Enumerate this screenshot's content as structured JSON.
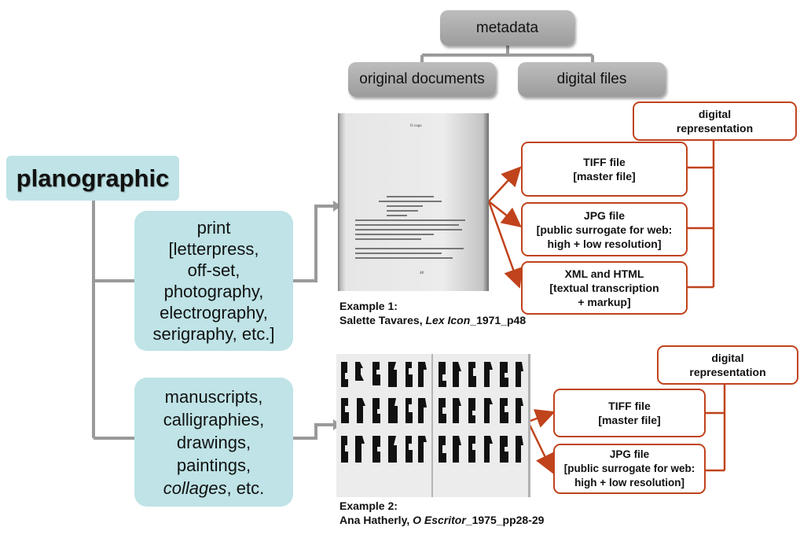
{
  "metadata": {
    "root": "metadata",
    "children": [
      "original documents",
      "digital files"
    ]
  },
  "planographic": {
    "title": "planographic",
    "print_lines": [
      "print",
      "[letterpress,",
      "off-set,",
      "photography,",
      "electrography,",
      "serigraphy, etc.]"
    ],
    "manuscripts_lines": [
      "manuscripts,",
      "calligraphies,",
      "drawings,",
      "paintings,",
      "collages",
      ", etc."
    ]
  },
  "example1": {
    "label": "Example 1:",
    "author": "Salette Tavares, ",
    "title": "Lex Icon",
    "suffix": "_1971_p48",
    "digital_representation": [
      "digital",
      "representation"
    ],
    "files": [
      [
        "TIFF file",
        "[master file]"
      ],
      [
        "JPG file",
        "[public surrogate for web:",
        "high + low resolution]"
      ],
      [
        "XML and HTML",
        "[textual transcription",
        "+ markup]"
      ]
    ],
    "page_heading": "O copo",
    "page_number": "48"
  },
  "example2": {
    "label": "Example 2:",
    "author": "Ana Hatherly, ",
    "title": "O Escritor",
    "suffix": "_1975_pp28-29",
    "digital_representation": [
      "digital",
      "representation"
    ],
    "files": [
      [
        "TIFF file",
        "[master file]"
      ],
      [
        "JPG file",
        "[public surrogate for web:",
        "high + low resolution]"
      ]
    ]
  },
  "colors": {
    "accent_orange": "#c0431c",
    "teal_fill": "#bfe3e6",
    "gray_fill": "#a8a8a8",
    "connector_gray": "#9a9a9a"
  }
}
